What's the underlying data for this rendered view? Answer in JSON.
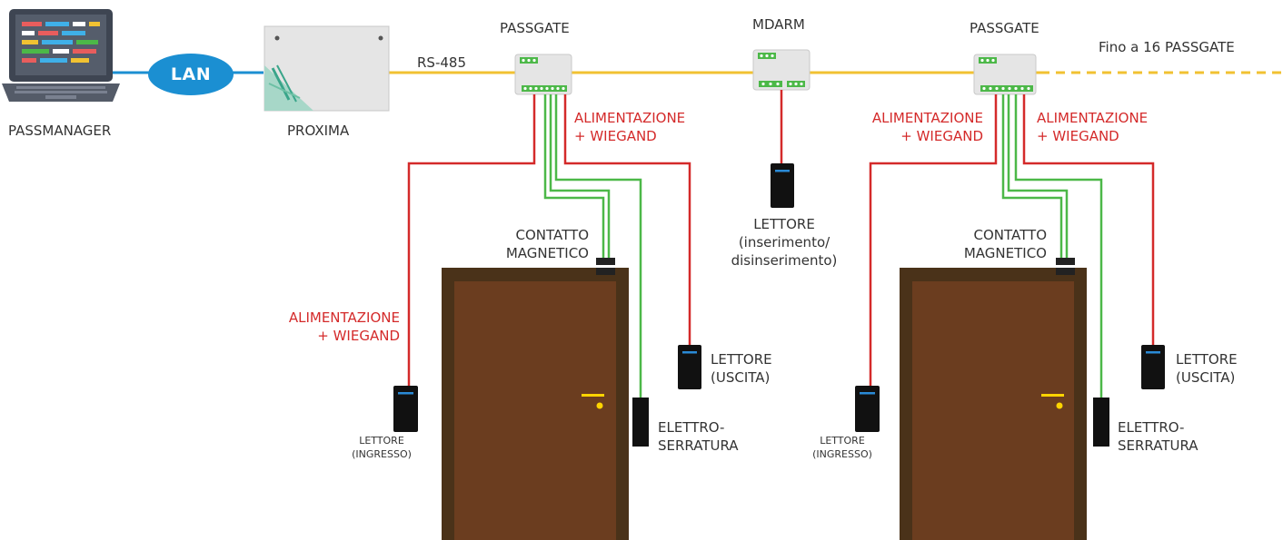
{
  "colors": {
    "bus": "#f1c232",
    "lan_line": "#1b8fd2",
    "red_wire": "#d42a2a",
    "green_wire": "#4cb848",
    "door_frame": "#4a3219",
    "door_panel": "#6b3d1f",
    "handle": "#ffd400",
    "label_red": "#d42a2a"
  },
  "nodes": {
    "passmanager": "PASSMANAGER",
    "lan": "LAN",
    "proxima": "PROXIMA",
    "rs485": "RS-485",
    "passgate_1": "PASSGATE",
    "mdarm": "MDARM",
    "passgate_2": "PASSGATE",
    "fino": "Fino a 16 PASSGATE"
  },
  "labels": {
    "alim_line1": "ALIMENTAZIONE",
    "alim_line2": "+ WIEGAND",
    "contatto_line1": "CONTATTO",
    "contatto_line2": "MAGNETICO",
    "lettore": "LETTORE",
    "uscita": "(USCITA)",
    "ingresso": "(INGRESSO)",
    "inserimento": "(inserimento/",
    "disinserimento": "disinserimento)",
    "elettro_line1": "ELETTRO-",
    "elettro_line2": "SERRATURA"
  }
}
